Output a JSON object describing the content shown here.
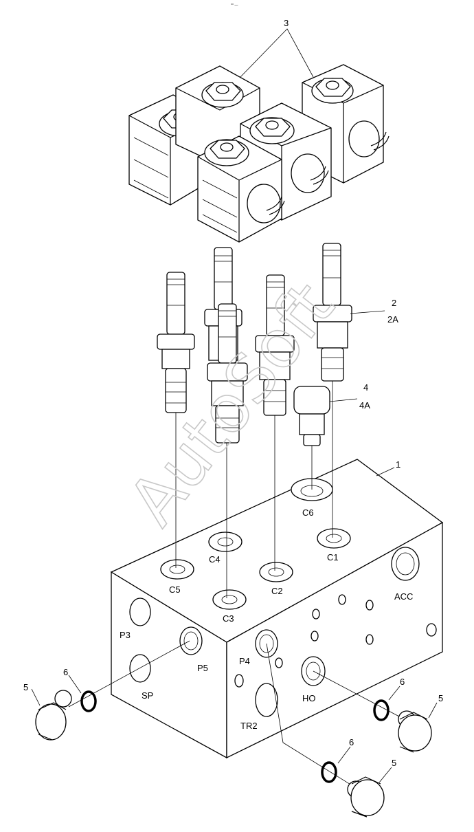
{
  "corner_mark": "°° —",
  "watermark": "AutoSoft",
  "callouts": {
    "body": "1",
    "cartridge": "2",
    "cartridge_alt": "2A",
    "coils": "3",
    "plug_cartridge": "4",
    "plug_cartridge_alt": "4A",
    "plug": "5",
    "oring": "6"
  },
  "ports": {
    "c1": "C1",
    "c2": "C2",
    "c3": "C3",
    "c4": "C4",
    "c5": "C5",
    "c6": "C6",
    "acc": "ACC",
    "p3": "P3",
    "p4": "P4",
    "p5": "P5",
    "sp": "SP",
    "ho": "HO",
    "tr2": "TR2"
  }
}
